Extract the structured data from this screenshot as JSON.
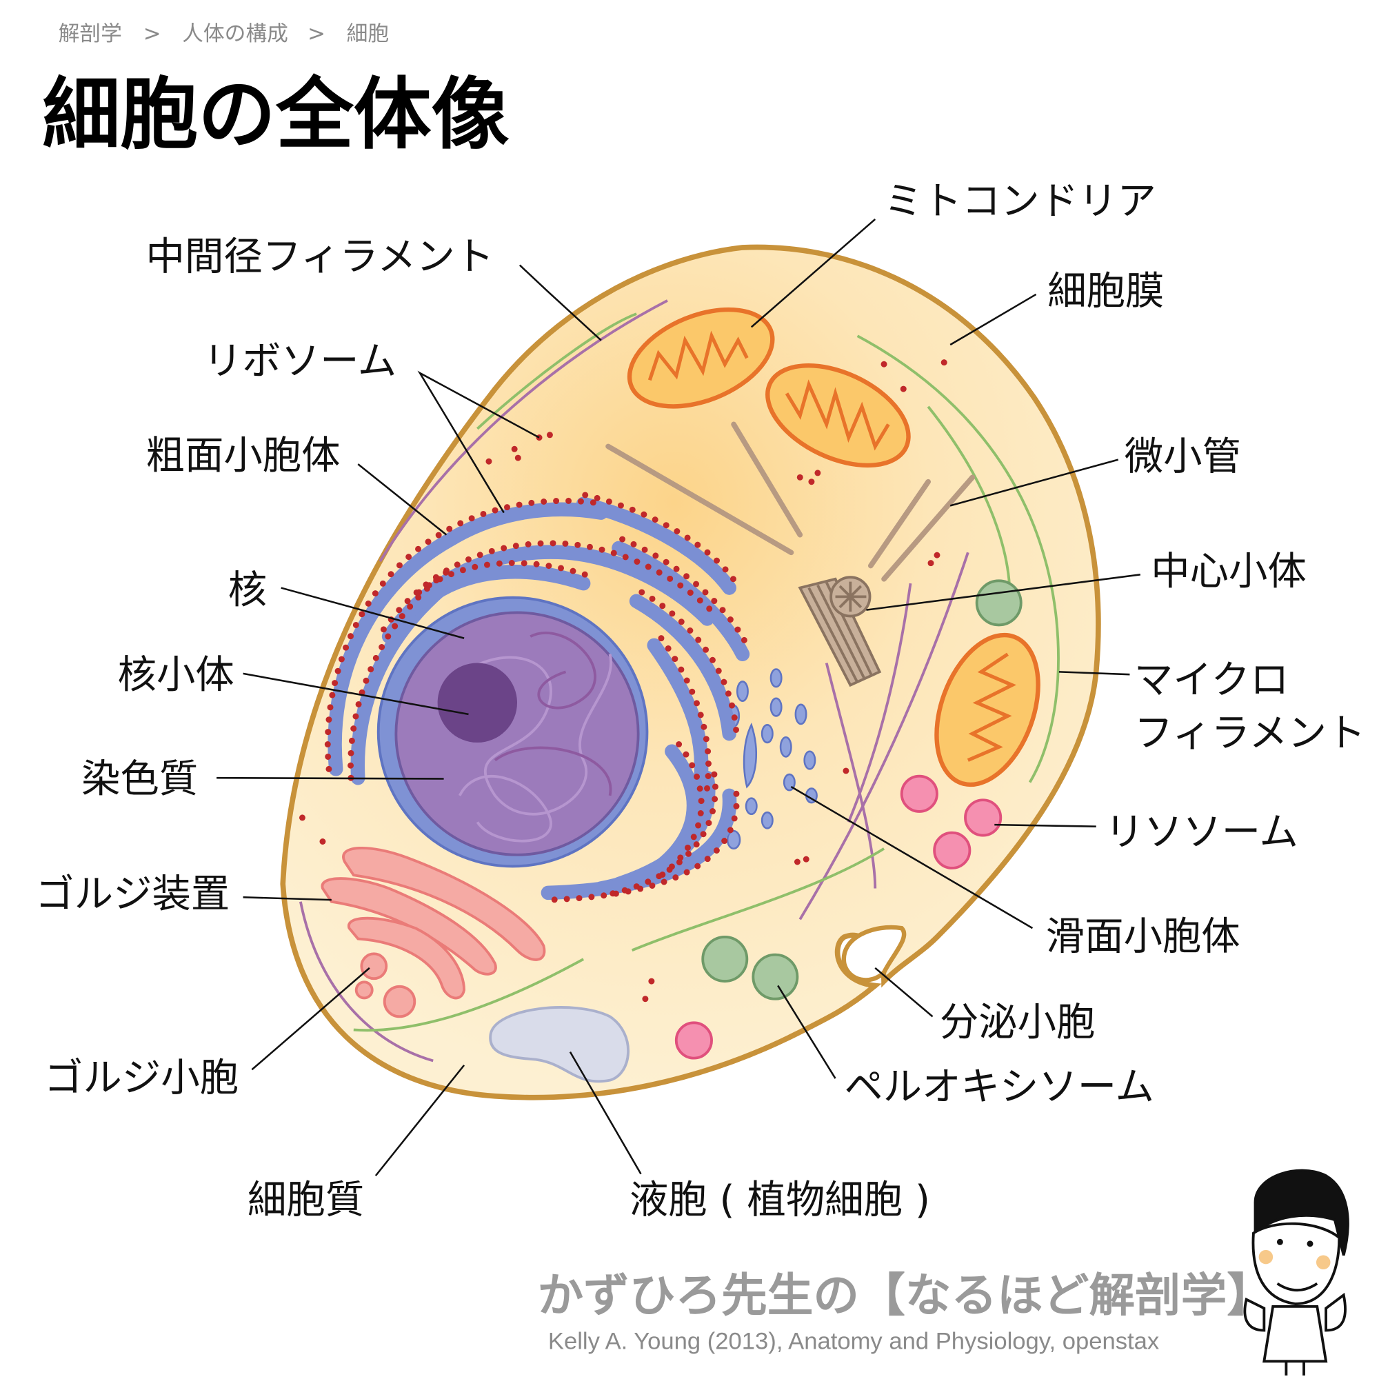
{
  "breadcrumb": {
    "items": [
      "解剖学",
      "人体の構成",
      "細胞"
    ],
    "separator": ">"
  },
  "title": "細胞の全体像",
  "labels": {
    "intermediate_filament": "中間径フィラメント",
    "ribosome": "リボソーム",
    "rough_er": "粗面小胞体",
    "nucleus": "核",
    "nucleolus": "核小体",
    "chromatin": "染色質",
    "golgi_apparatus": "ゴルジ装置",
    "golgi_vesicle": "ゴルジ小胞",
    "cytoplasm": "細胞質",
    "vacuole": "液胞 ( 植物細胞 )",
    "mitochondria": "ミトコンドリア",
    "cell_membrane": "細胞膜",
    "microtubule": "微小管",
    "centriole": "中心小体",
    "microfilament_1": "マイクロ",
    "microfilament_2": "フィラメント",
    "lysosome": "リソソーム",
    "smooth_er": "滑面小胞体",
    "secretory_vesicle": "分泌小胞",
    "peroxisome": "ペルオキシソーム"
  },
  "footer": {
    "brand": "かずひろ先生の【なるほど解剖学】",
    "credit": "Kelly A. Young (2013), Anatomy and Physiology, openstax"
  },
  "colors": {
    "membrane": "#c8923a",
    "cytoplasm": "#fdebc4",
    "er": "#7b8fd3",
    "ribosome": "#c0282a",
    "nucleus": "#9a78b8",
    "nucleolus": "#6b4488",
    "mitochondria": "#f08a3a",
    "golgi": "#f2a09c",
    "lysosome": "#f27ba0",
    "peroxisome": "#9cbf93",
    "vacuole": "#d9dcea"
  }
}
